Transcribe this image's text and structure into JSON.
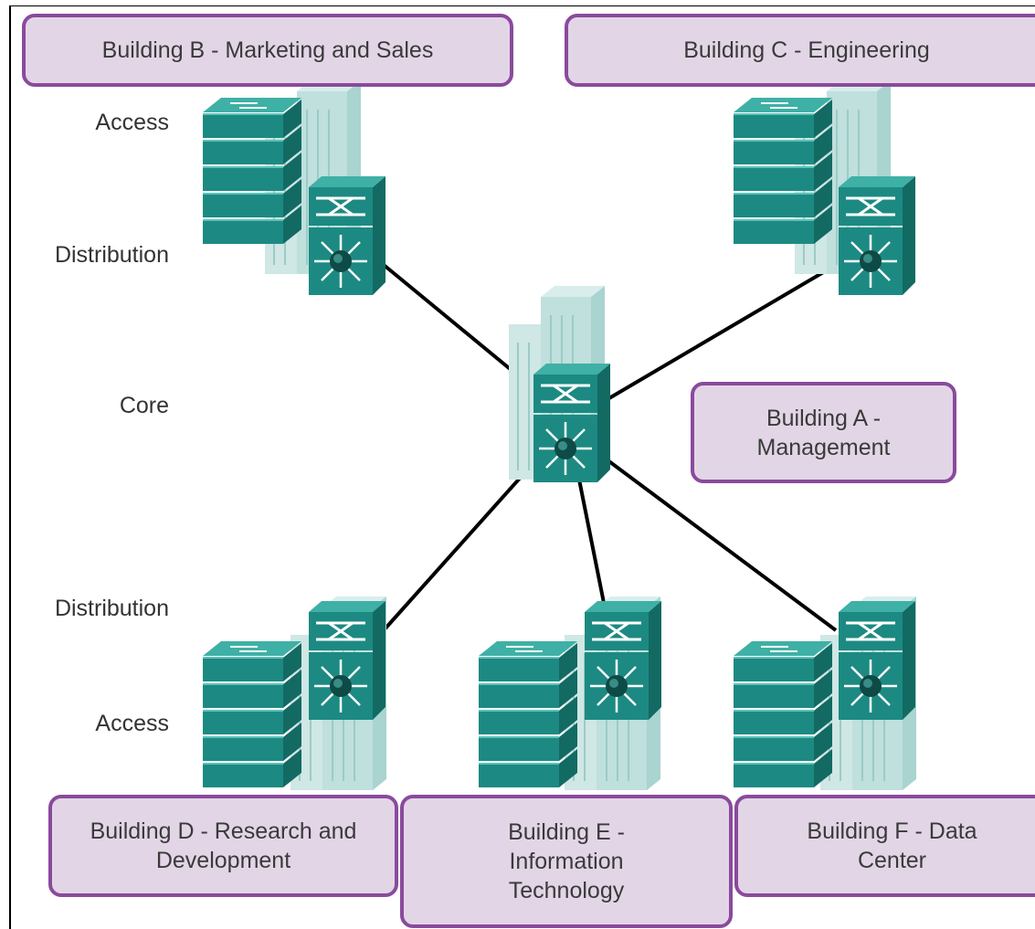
{
  "layers": {
    "access_top": "Access",
    "distribution_top": "Distribution",
    "core": "Core",
    "distribution_bottom": "Distribution",
    "access_bottom": "Access"
  },
  "buildings": {
    "a": "Building A - Management",
    "b": "Building B - Marketing and Sales",
    "c": "Building C - Engineering",
    "d": "Building D - Research and Development",
    "e": "Building E - Information Technology",
    "f": "Building F - Data Center"
  },
  "colors": {
    "switch": "#1c8a82",
    "switch_dark": "#126a63",
    "switch_light": "#3fb0a6",
    "building": "#cde6e4",
    "label_fill": "#e2d6e6",
    "label_border": "#8a4a9d"
  }
}
